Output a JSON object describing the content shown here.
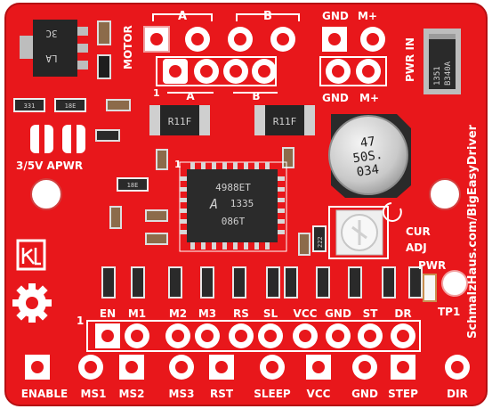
{
  "board": {
    "url_text": "SchmalzHaus.com/BigEasyDriver",
    "colors": {
      "pcb": "#e8171b",
      "silkscreen": "#ffffff",
      "pad": "#f4f4f4",
      "chip": "#2b2b2b"
    }
  },
  "motor": {
    "motor_label": "MOTOR",
    "coil_a": "A",
    "coil_b": "B",
    "coil_a_lower": "A",
    "coil_b_lower": "B",
    "pin_one": "1"
  },
  "power": {
    "gnd_top": "GND",
    "mplus_top": "M+",
    "gnd_mid": "GND",
    "mplus_mid": "M+",
    "pwr_in": "PWR IN"
  },
  "regulator": {
    "line1": "3C",
    "line2": "LA"
  },
  "diode": {
    "line1": "1351",
    "line2": "B340A"
  },
  "sense_resistors": {
    "left": "R11F",
    "right": "R11F"
  },
  "small_resistors": {
    "r1": "331",
    "r2": "18E",
    "r3": "18E"
  },
  "capacitor": {
    "line1": "47",
    "line2": "50S.",
    "line3": "034"
  },
  "driver_chip": {
    "line1": "4988ET",
    "line2": "1335",
    "line3": "086T",
    "logo": "A"
  },
  "jumper": {
    "label": "3/5V APWR"
  },
  "pot": {
    "label_line1": "CUR",
    "label_line2": "ADJ"
  },
  "led": {
    "label": "PWR"
  },
  "testpoint": {
    "label": "TP1"
  },
  "chip_pin1": "1",
  "resistor_code": "222",
  "top_pin_labels": [
    "EN",
    "M1",
    "M2",
    "M3",
    "RS",
    "SL",
    "VCC",
    "GND",
    "ST",
    "DR"
  ],
  "bottom_pin_labels": [
    "ENABLE",
    "MS1",
    "MS2",
    "MS3",
    "RST",
    "SLEEP",
    "VCC",
    "GND",
    "STEP",
    "DIR"
  ],
  "header_pin_one": "1"
}
